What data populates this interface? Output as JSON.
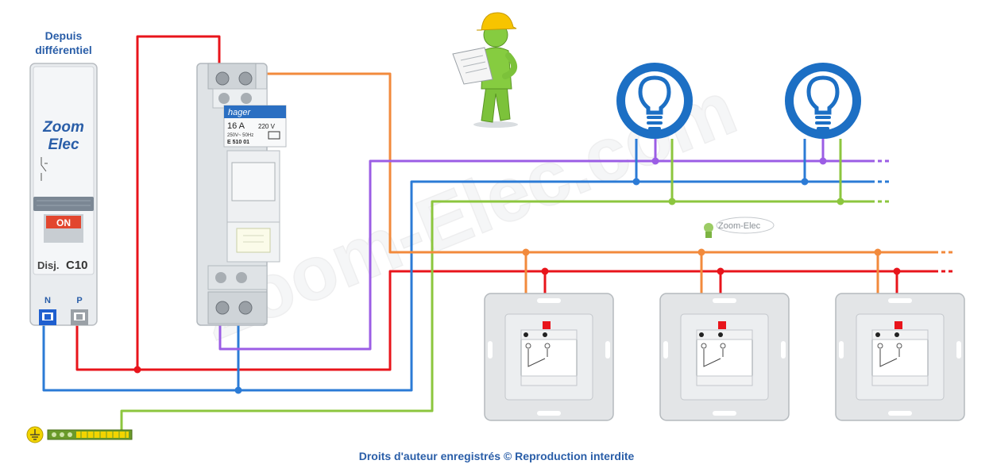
{
  "header": {
    "line1": "Depuis",
    "line2": "différentiel"
  },
  "breaker": {
    "brand_line1": "Zoom",
    "brand_line2": "Elec",
    "on_label": "ON",
    "disj_label": "Disj.",
    "rating": "C10",
    "terminal_n": "N",
    "terminal_p": "P"
  },
  "relay": {
    "brand": "hager",
    "current": "16 A",
    "voltage": "220 V",
    "spec": "250V~ 50Hz",
    "ref": "E 510 01"
  },
  "watermark": {
    "large": "Zoom-Elec.com",
    "small_logo": "Zoom-Elec"
  },
  "footer": {
    "copyright": "Droits d'auteur enregistrés © Reproduction interdite"
  },
  "colors": {
    "phase": "#e8141b",
    "neutral": "#2b7bd6",
    "earth": "#8cc63e",
    "control": "#f28a3c",
    "return": "#9b5de5",
    "title_blue": "#2a5ea8",
    "lamp_blue": "#1c6fc4"
  },
  "icons": {
    "lamps": [
      "lamp-bulb-icon",
      "lamp-bulb-icon"
    ],
    "switches": [
      "push-button-icon",
      "push-button-icon",
      "push-button-icon"
    ],
    "earth": "earth-ground-icon",
    "worker": "worker-reading-plan-icon"
  }
}
